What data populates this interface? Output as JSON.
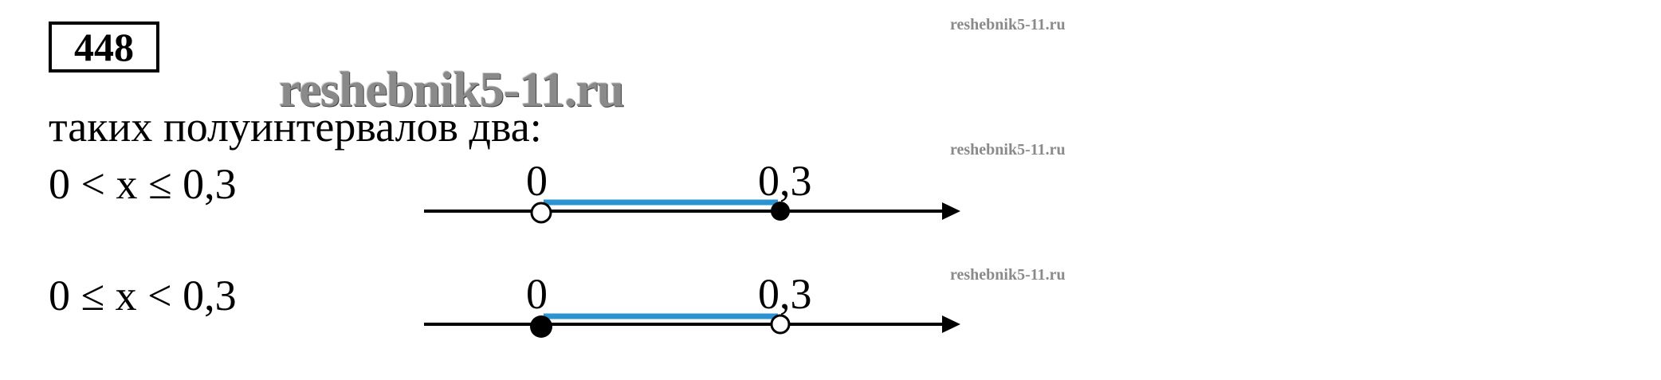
{
  "problem_number": "448",
  "watermark": "reshebnik5-11.ru",
  "intro_text": "таких полуинтервалов два:",
  "intervals": [
    {
      "inequality": "0 < x ≤ 0,3",
      "left_label": "0",
      "right_label": "0,3",
      "left_point": "open",
      "right_point": "closed"
    },
    {
      "inequality": "0 ≤ x < 0,3",
      "left_label": "0",
      "right_label": "0,3",
      "left_point": "closed",
      "right_point": "open"
    }
  ],
  "colors": {
    "interval": "#2a93d0",
    "axis": "#000000",
    "watermark": "#8a8a8a"
  }
}
